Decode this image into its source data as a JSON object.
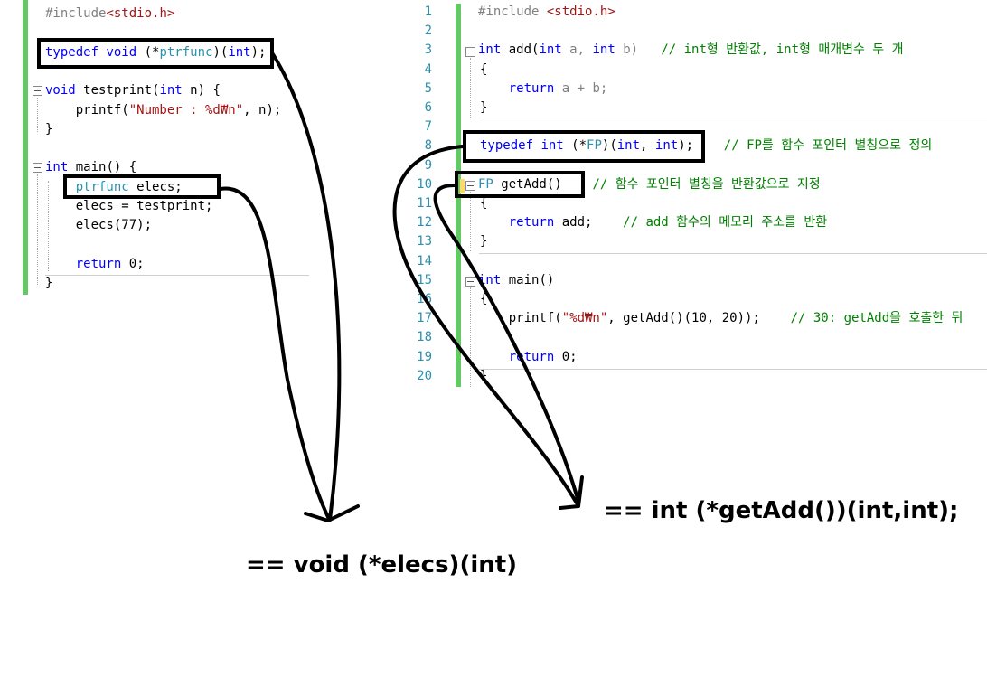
{
  "left_editor": {
    "lines": [
      {
        "segments": [
          {
            "t": "#include",
            "c": "pp"
          },
          {
            "t": "<stdio.h>",
            "c": "inc"
          }
        ]
      },
      {
        "segments": []
      },
      {
        "segments": [
          {
            "t": "typedef ",
            "c": "kw"
          },
          {
            "t": "void",
            "c": "kw"
          },
          {
            "t": " (*",
            "c": "ident"
          },
          {
            "t": "ptrfunc",
            "c": "ty"
          },
          {
            "t": ")(",
            "c": "ident"
          },
          {
            "t": "int",
            "c": "kw"
          },
          {
            "t": ");",
            "c": "ident"
          }
        ]
      },
      {
        "segments": []
      },
      {
        "segments": [
          {
            "t": "void",
            "c": "kw"
          },
          {
            "t": " testprint(",
            "c": "ident"
          },
          {
            "t": "int",
            "c": "kw"
          },
          {
            "t": " n) {",
            "c": "ident"
          }
        ]
      },
      {
        "segments": [
          {
            "t": "    printf(",
            "c": "ident"
          },
          {
            "t": "\"Number : %d₩n\"",
            "c": "str"
          },
          {
            "t": ", n);",
            "c": "ident"
          }
        ]
      },
      {
        "segments": [
          {
            "t": "}",
            "c": "ident"
          }
        ]
      },
      {
        "segments": []
      },
      {
        "segments": [
          {
            "t": "int",
            "c": "kw"
          },
          {
            "t": " main() {",
            "c": "ident"
          }
        ]
      },
      {
        "segments": [
          {
            "t": "    ",
            "c": "ident"
          },
          {
            "t": "ptrfunc",
            "c": "ty"
          },
          {
            "t": " elecs;",
            "c": "ident"
          }
        ]
      },
      {
        "segments": [
          {
            "t": "    elecs = testprint;",
            "c": "ident"
          }
        ]
      },
      {
        "segments": [
          {
            "t": "    elecs(77);",
            "c": "ident"
          }
        ]
      },
      {
        "segments": []
      },
      {
        "segments": [
          {
            "t": "    ",
            "c": "ident"
          },
          {
            "t": "return",
            "c": "kw"
          },
          {
            "t": " 0;",
            "c": "ident"
          }
        ]
      },
      {
        "segments": [
          {
            "t": "}",
            "c": "ident"
          }
        ]
      }
    ]
  },
  "right_editor": {
    "lines": [
      {
        "num": "1",
        "segments": [
          {
            "t": "#include ",
            "c": "pp"
          },
          {
            "t": "<stdio.h>",
            "c": "inc"
          }
        ]
      },
      {
        "num": "2",
        "segments": []
      },
      {
        "num": "3",
        "segments": [
          {
            "t": "int",
            "c": "kw"
          },
          {
            "t": " add(",
            "c": "ident"
          },
          {
            "t": "int",
            "c": "kw"
          },
          {
            "t": " a, ",
            "c": "param"
          },
          {
            "t": "int",
            "c": "kw"
          },
          {
            "t": " b)   ",
            "c": "param"
          },
          {
            "t": "// int형 반환값, int형 매개변수 두 개",
            "c": "cm"
          }
        ]
      },
      {
        "num": "4",
        "segments": [
          {
            "t": "{",
            "c": "ident"
          }
        ]
      },
      {
        "num": "5",
        "segments": [
          {
            "t": "    ",
            "c": "ident"
          },
          {
            "t": "return",
            "c": "kw"
          },
          {
            "t": " a + b;",
            "c": "param"
          }
        ]
      },
      {
        "num": "6",
        "segments": [
          {
            "t": "}",
            "c": "ident"
          }
        ]
      },
      {
        "num": "7",
        "segments": []
      },
      {
        "num": "8",
        "segments": [
          {
            "t": "typedef ",
            "c": "kw"
          },
          {
            "t": "int",
            "c": "kw"
          },
          {
            "t": " (*",
            "c": "ident"
          },
          {
            "t": "FP",
            "c": "ty"
          },
          {
            "t": ")(",
            "c": "ident"
          },
          {
            "t": "int",
            "c": "kw"
          },
          {
            "t": ", ",
            "c": "ident"
          },
          {
            "t": "int",
            "c": "kw"
          },
          {
            "t": ");    ",
            "c": "ident"
          },
          {
            "t": "// FP를 함수 포인터 별칭으로 정의",
            "c": "cm"
          }
        ]
      },
      {
        "num": "9",
        "segments": []
      },
      {
        "num": "10",
        "segments": [
          {
            "t": "FP",
            "c": "ty"
          },
          {
            "t": " getAdd()    ",
            "c": "ident"
          },
          {
            "t": "// 함수 포인터 별칭을 반환값으로 지정",
            "c": "cm"
          }
        ]
      },
      {
        "num": "11",
        "segments": [
          {
            "t": "{",
            "c": "ident"
          }
        ]
      },
      {
        "num": "12",
        "segments": [
          {
            "t": "    ",
            "c": "ident"
          },
          {
            "t": "return",
            "c": "kw"
          },
          {
            "t": " add;    ",
            "c": "ident"
          },
          {
            "t": "// add 함수의 메모리 주소를 반환",
            "c": "cm"
          }
        ]
      },
      {
        "num": "13",
        "segments": [
          {
            "t": "}",
            "c": "ident"
          }
        ]
      },
      {
        "num": "14",
        "segments": []
      },
      {
        "num": "15",
        "segments": [
          {
            "t": "int",
            "c": "kw"
          },
          {
            "t": " main()",
            "c": "ident"
          }
        ]
      },
      {
        "num": "16",
        "segments": [
          {
            "t": "{",
            "c": "ident"
          }
        ]
      },
      {
        "num": "17",
        "segments": [
          {
            "t": "    printf(",
            "c": "ident"
          },
          {
            "t": "\"%d₩n\"",
            "c": "str"
          },
          {
            "t": ", getAdd()(10, 20));    ",
            "c": "ident"
          },
          {
            "t": "// 30: getAdd을 호출한 뒤",
            "c": "cm"
          }
        ]
      },
      {
        "num": "18",
        "segments": []
      },
      {
        "num": "19",
        "segments": [
          {
            "t": "    ",
            "c": "ident"
          },
          {
            "t": "return",
            "c": "kw"
          },
          {
            "t": " 0;",
            "c": "ident"
          }
        ]
      },
      {
        "num": "20",
        "segments": [
          {
            "t": "}",
            "c": "ident"
          }
        ]
      }
    ]
  },
  "annotations": {
    "left_equivalent": "== void (*elecs)(int)",
    "right_equivalent": "== int (*getAdd())(int,int);"
  }
}
